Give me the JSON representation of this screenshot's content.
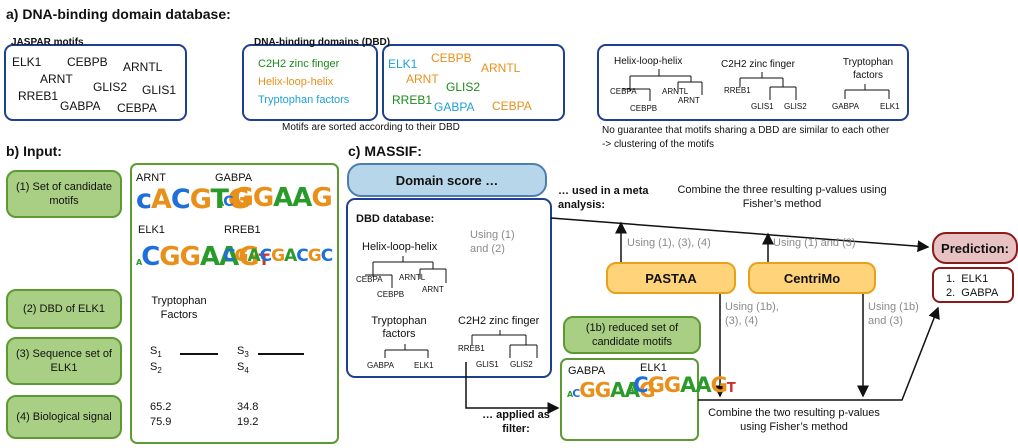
{
  "section_a": {
    "title": "a) DNA-binding domain database:",
    "jaspar_label": "JASPAR motifs",
    "jaspar_motifs": [
      "ELK1",
      "CEBPB",
      "ARNTL",
      "ARNT",
      "RREB1",
      "GLIS2",
      "GLIS1",
      "GABPA",
      "CEBPA"
    ],
    "dbd_label": "DNA-binding domains (DBD)",
    "dbd_list": [
      "C2H2 zinc finger",
      "Helix-loop-helix",
      "Tryptophan factors"
    ],
    "sorted_motifs": [
      "ELK1",
      "CEBPB",
      "ARNT",
      "ARNTL",
      "GLIS2",
      "RREB1",
      "GABPA",
      "CEBPA"
    ],
    "sorted_caption": "Motifs are sorted according to their DBD",
    "tree_hlh": "Helix-loop-helix",
    "tree_c2h2": "C2H2 zinc finger",
    "tree_tryp": "Tryptophan factors",
    "tree_hlh_leaves": [
      "CEBPA",
      "CEBPB",
      "ARNTL",
      "ARNT"
    ],
    "tree_c2h2_leaves": [
      "RREB1",
      "GLIS1",
      "GLIS2"
    ],
    "tree_tryp_leaves": [
      "GABPA",
      "ELK1"
    ],
    "note": "No guarantee that motifs sharing a DBD are similar to each other -> clustering of the motifs"
  },
  "section_b": {
    "title": "b) Input:",
    "boxes": [
      "(1) Set of candidate motifs",
      "(2) DBD of ELK1",
      "(3) Sequence set of ELK1",
      "(4) Biological signal"
    ],
    "logo_names": [
      "ARNT",
      "GABPA",
      "ELK1",
      "RREB1"
    ],
    "logo_seqs": [
      "cACGTG",
      "ACGGAAG",
      "ACGGAAGT",
      "GGAAGGAC"
    ],
    "dbd_value": "Tryptophan Factors",
    "seq_labels": [
      "S",
      "S",
      "S",
      "S"
    ],
    "seq_subs": [
      "1",
      "2",
      "3",
      "4"
    ],
    "signal": [
      "65.2",
      "34.8",
      "75.9",
      "19.2"
    ]
  },
  "section_c": {
    "title": "c) MASSIF:",
    "domain_score": "Domain score …",
    "dbd_db": "DBD database:",
    "using_12": "Using (1) and (2)",
    "used_in_meta": "… used in a meta analysis:",
    "combine_three": "Combine the three resulting p-values using Fisher’s method",
    "pastaa": "PASTAA",
    "centrimo": "CentriMo",
    "using_134": "Using (1), (3), (4)",
    "using_13": "Using (1) and (3)",
    "using_1b34": "Using (1b), (3), (4)",
    "using_1b3": "Using (1b) and (3)",
    "reduced": "(1b) reduced set of candidate motifs",
    "reduced_logos": [
      "GABPA",
      "ELK1"
    ],
    "applied": "… applied as filter:",
    "combine_two": "Combine the two resulting p-values using Fisher’s method",
    "prediction_title": "Prediction:",
    "predictions": [
      "ELK1",
      "GABPA"
    ]
  },
  "colors": {
    "navy": "#1f3f8f",
    "green_fill": "#a9cf84",
    "orange_fill": "#ffd37a",
    "red_border": "#8b1a1a"
  }
}
